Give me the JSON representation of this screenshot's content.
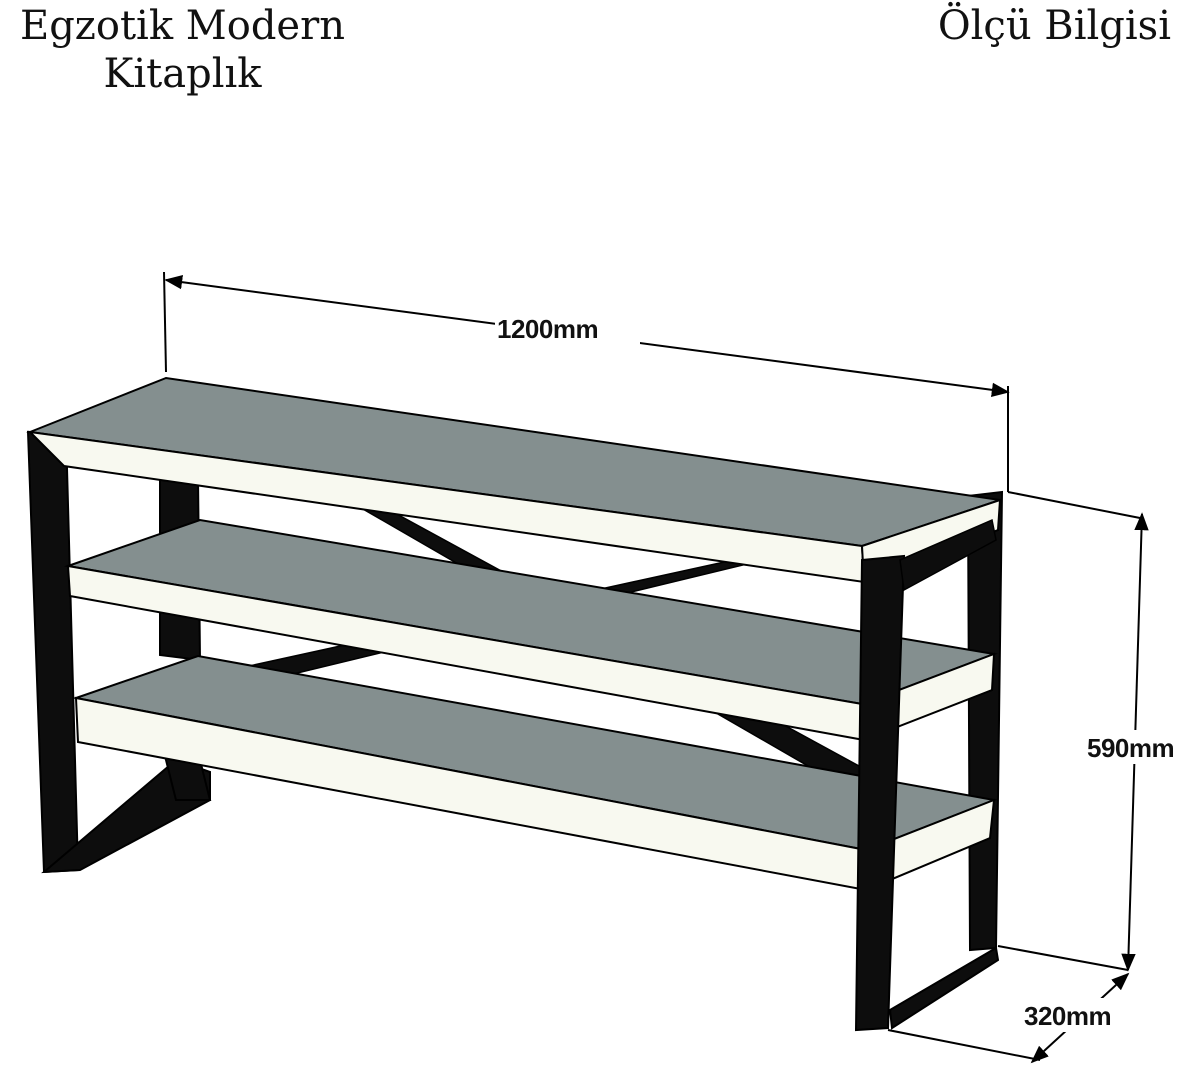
{
  "header": {
    "title_line1": "Egzotik Modern",
    "title_line2": "Kitaplık",
    "info_label": "Ölçü Bilgisi"
  },
  "dimensions": {
    "width_label": "1200mm",
    "height_label": "590mm",
    "depth_label": "320mm"
  },
  "colors": {
    "shelf_top": "#848f8f",
    "shelf_edge": "#f8f9f0",
    "frame": "#0d0d0d",
    "line": "#000000"
  }
}
